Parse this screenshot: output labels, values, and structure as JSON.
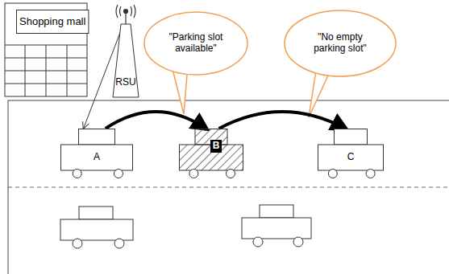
{
  "diagram": {
    "nodes": [
      {
        "text": [
          "Shopping mall"
        ]
      },
      {
        "text": [
          "RSU"
        ]
      },
      {
        "text": [
          "\"Parking slot available\""
        ]
      },
      {
        "text": [
          "\"No empty parking slot\""
        ]
      },
      {
        "text": [
          "A"
        ]
      },
      {
        "text": [
          "B"
        ]
      },
      {
        "text": [
          "C"
        ]
      }
    ],
    "edges": [
      {
        "from": 1,
        "to": 4,
        "arrow": "to"
      },
      {
        "from": 4,
        "to": 5,
        "arrow": "to"
      },
      {
        "from": 5,
        "to": 6,
        "arrow": "to"
      }
    ]
  }
}
